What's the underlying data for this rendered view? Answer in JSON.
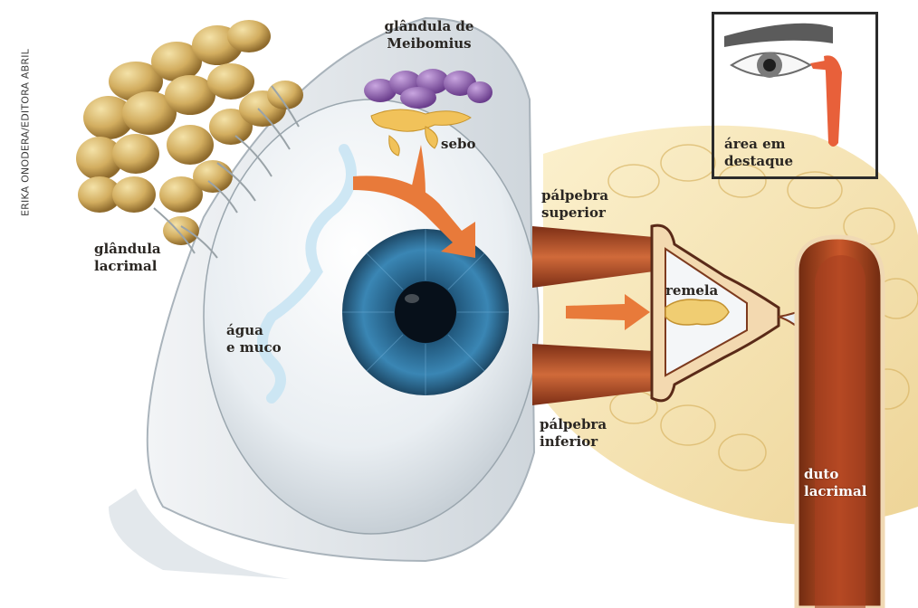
{
  "credit": "ERIKA ONODERA/EDITORA ABRIL",
  "labels": {
    "meibomius": "glândula de\nMeibomius",
    "sebo": "sebo",
    "lacrimal_gland": "glândula\nlacrimal",
    "agua_muco": "água\ne muco",
    "palpebra_superior": "pálpebra\nsuperior",
    "palpebra_inferior": "pálpebra\ninferior",
    "remela": "remela",
    "duto_lacrimal": "duto\nlacrimal",
    "inset_caption": "área em\ndestaque"
  },
  "colors": {
    "iris": "#2e6f9a",
    "arrow": "#e87a3a",
    "muscle": "#b5532a",
    "gland": "#c9a45a",
    "meibomius": "#8a5aa6",
    "duct": "#a8431c",
    "highlight_red": "#e8603a"
  }
}
